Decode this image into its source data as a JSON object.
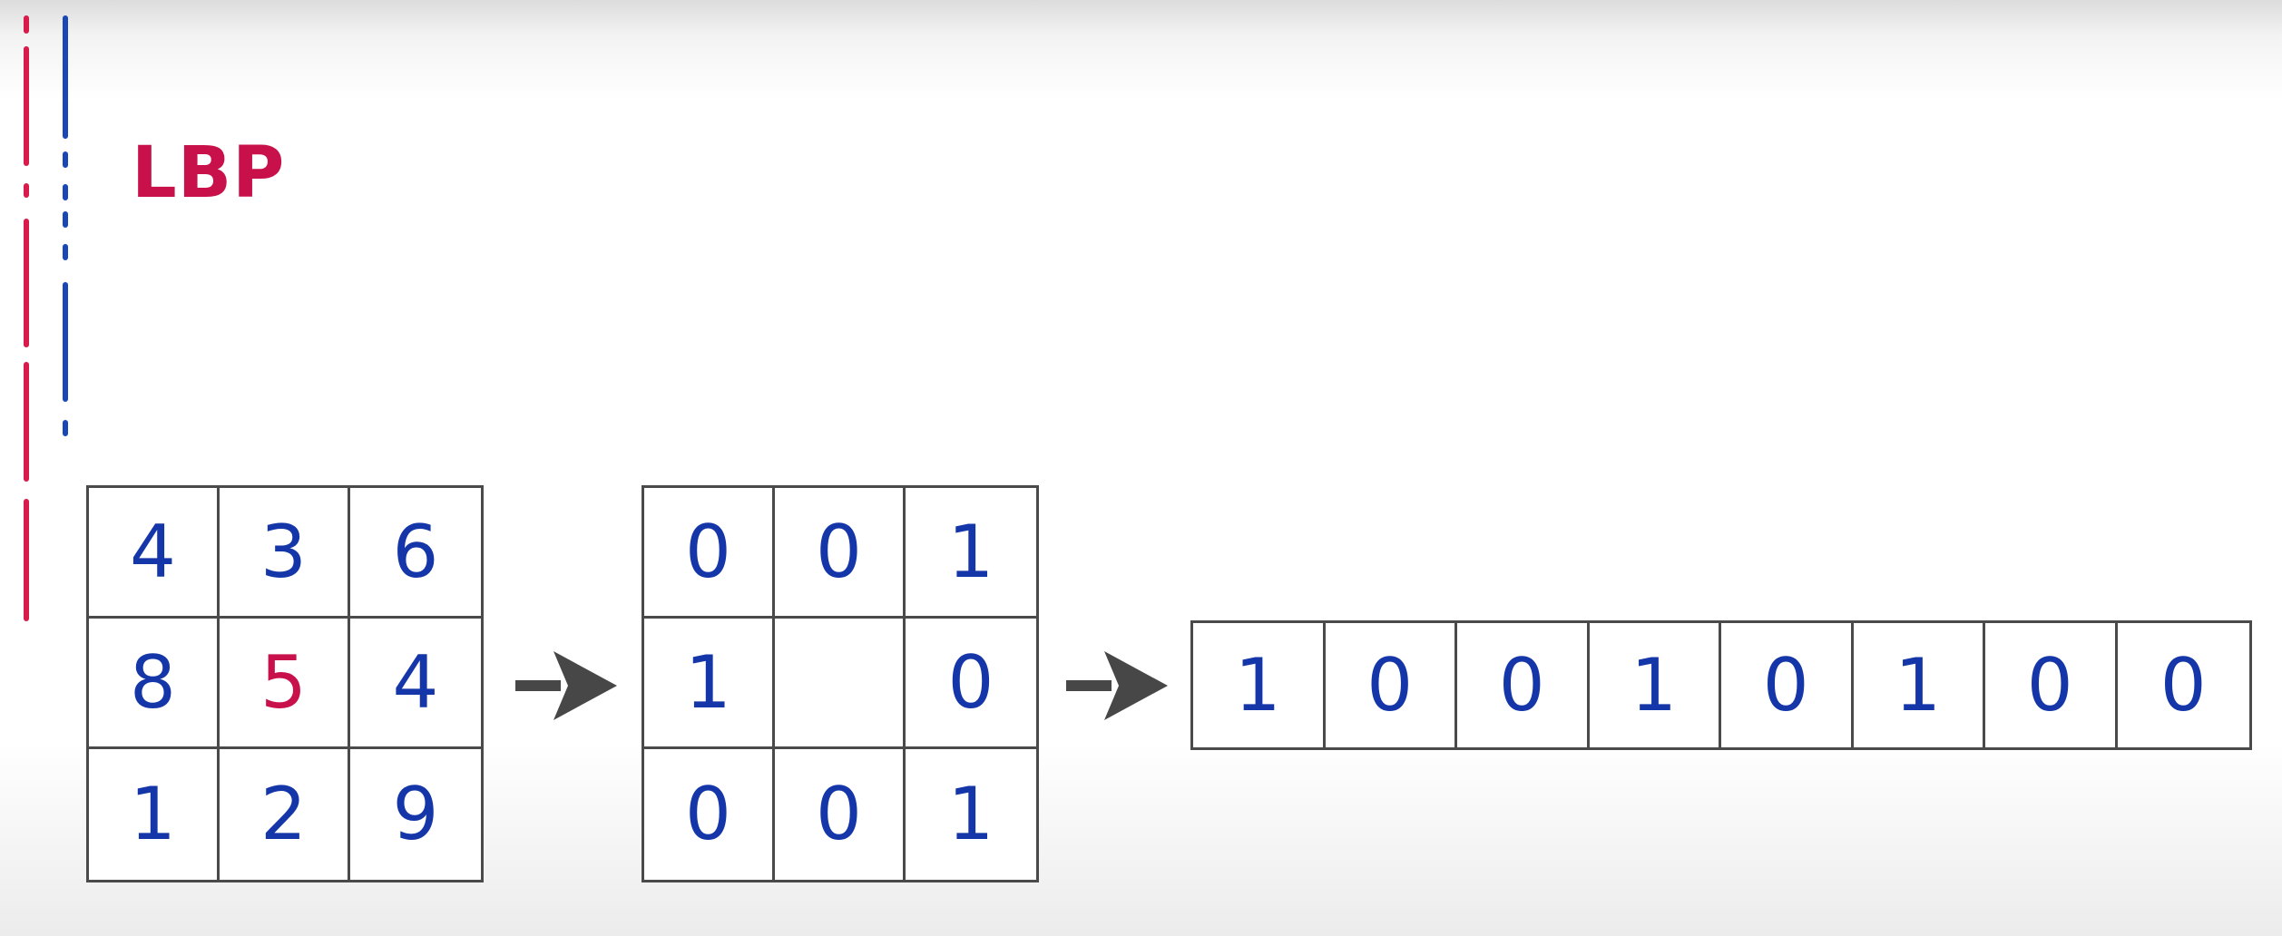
{
  "title": "LBP",
  "colors": {
    "title": "#c8104a",
    "accent_red": "#d81b4b",
    "accent_blue": "#1a47b8",
    "digit_blue": "#1436a8",
    "center_red": "#c8104a",
    "grid_border": "#4a4a4a",
    "arrow": "#474747"
  },
  "neighborhood_grid": {
    "cells": [
      "4",
      "3",
      "6",
      "8",
      "5",
      "4",
      "1",
      "2",
      "9"
    ],
    "center_value": "5"
  },
  "threshold_grid": {
    "cells": [
      "0",
      "0",
      "1",
      "1",
      "",
      "0",
      "0",
      "0",
      "1"
    ]
  },
  "binary_code": {
    "bits": [
      "1",
      "0",
      "0",
      "1",
      "0",
      "1",
      "0",
      "0"
    ]
  },
  "arrows": [
    "arrow-right-icon",
    "arrow-right-icon"
  ]
}
